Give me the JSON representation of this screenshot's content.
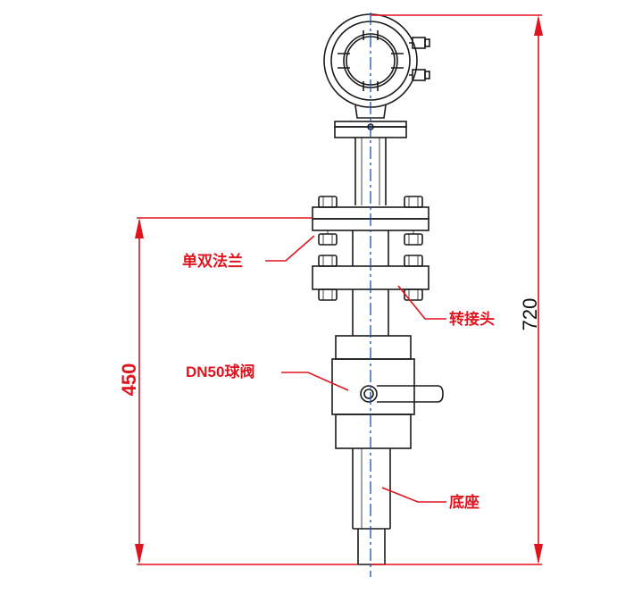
{
  "dimensions": {
    "total_height": "720",
    "lower_height": "450"
  },
  "callouts": {
    "flange": "单双法兰",
    "adapter": "转接头",
    "ball_valve": "DN50球阀",
    "base": "底座"
  },
  "colors": {
    "dimension": "#e0141e",
    "outline": "#1a1a1a",
    "centerline": "#1f4fa8",
    "dim_text_450": "#e0141e",
    "dim_text_720": "#111111"
  }
}
